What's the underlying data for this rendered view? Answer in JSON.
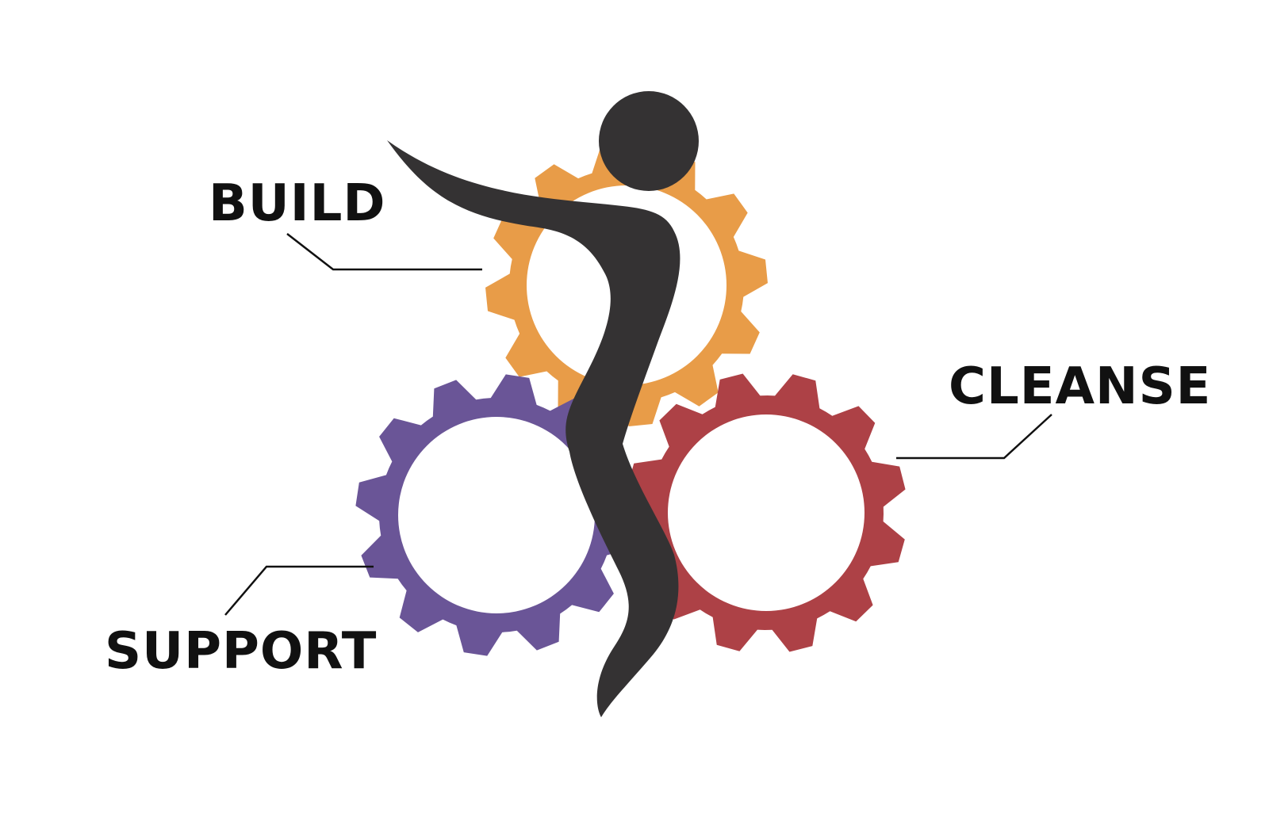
{
  "diagram": {
    "labels": {
      "build": "BUILD",
      "cleanse": "CLEANSE",
      "support": "SUPPORT"
    },
    "colors": {
      "build_gear": "#e89c48",
      "support_gear": "#6a5597",
      "cleanse_gear": "#ad4146",
      "figure": "#343233",
      "label_text": "#111111",
      "leader_line": "#111111",
      "background": "#ffffff"
    },
    "icons": {
      "gear": "gear-icon",
      "figure": "person-figure-icon"
    }
  }
}
